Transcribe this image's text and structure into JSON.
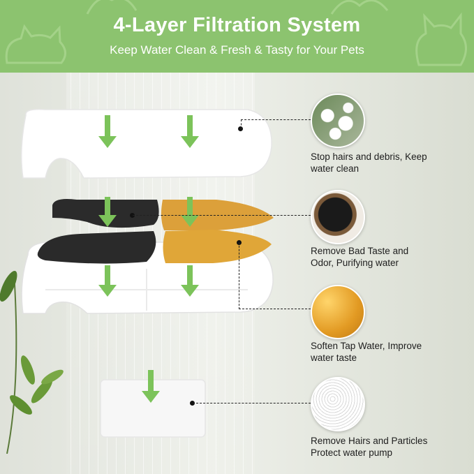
{
  "header": {
    "title": "4-Layer Filtration System",
    "subtitle": "Keep Water Clean & Fresh & Tasty for Your Pets",
    "background_color": "#8cc36f"
  },
  "layers": [
    {
      "icon": "cotton-icon",
      "line1": "Stop hairs and debris, Keep",
      "line2": "water clean"
    },
    {
      "icon": "activated-carbon-icon",
      "line1": "Remove Bad Taste and",
      "line2": "Odor, Purifying water"
    },
    {
      "icon": "ion-exchange-resin-icon",
      "line1": "Soften Tap Water, Improve",
      "line2": "water taste"
    },
    {
      "icon": "sponge-icon",
      "line1": "Remove Hairs and Particles",
      "line2": "Protect water pump"
    }
  ],
  "colors": {
    "arrow": "#7cc35a",
    "carbon": "#2a2a2a",
    "resin": "#e0a638",
    "filter_white": "#ffffff"
  }
}
